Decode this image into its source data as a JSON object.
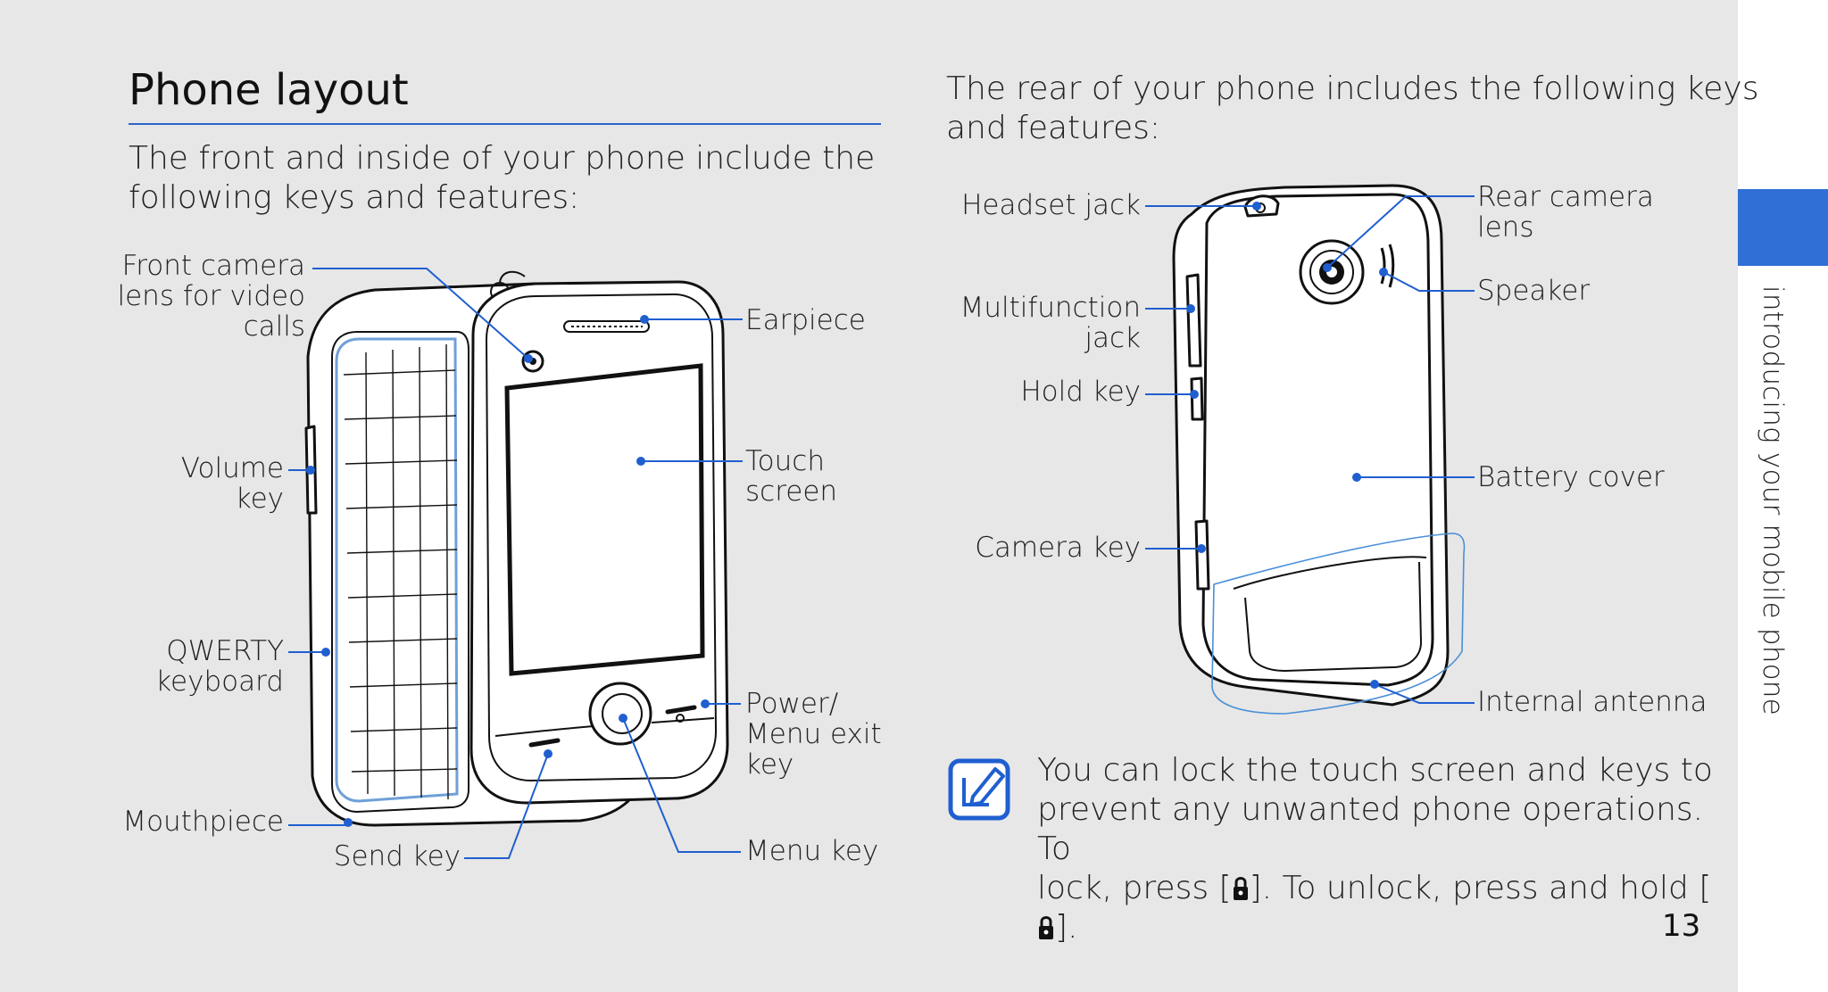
{
  "section_tab": "introducing your mobile phone",
  "heading": "Phone layout",
  "front": {
    "intro_line1": "The front and inside of your phone include the",
    "intro_line2": "following keys and features:",
    "labels": {
      "front_camera_1": "Front camera",
      "front_camera_2": "lens for video",
      "front_camera_3": "calls",
      "volume_1": "Volume",
      "volume_2": "key",
      "qwerty_1": "QWERTY",
      "qwerty_2": "keyboard",
      "mouthpiece": "Mouthpiece",
      "send_key": "Send key",
      "earpiece": "Earpiece",
      "touch_1": "Touch",
      "touch_2": "screen",
      "power_1": "Power/",
      "power_2": "Menu exit",
      "power_3": "key",
      "menu_key": "Menu key"
    }
  },
  "rear": {
    "intro_line1": "The rear of your phone includes the following keys",
    "intro_line2": "and features:",
    "labels": {
      "headset_jack": "Headset jack",
      "multifunction_1": "Multifunction",
      "multifunction_2": "jack",
      "hold_key": "Hold key",
      "camera_key": "Camera key",
      "rear_camera_1": "Rear camera",
      "rear_camera_2": "lens",
      "speaker": "Speaker",
      "battery_cover": "Battery cover",
      "internal_antenna": "Internal antenna"
    }
  },
  "note": {
    "line1": "You can lock the touch screen and keys to",
    "line2": "prevent any unwanted phone operations. To",
    "line3_a": "lock, press [",
    "line3_b": "]. To unlock, press and hold [",
    "line3_c": "].",
    "icon": "note-pencil-icon",
    "inline_icon": "lock-icon"
  },
  "page_number": "13",
  "colors": {
    "accent": "#2f6fd6",
    "callout": "#1f5fd0",
    "page_bg": "#e7e7e7"
  }
}
